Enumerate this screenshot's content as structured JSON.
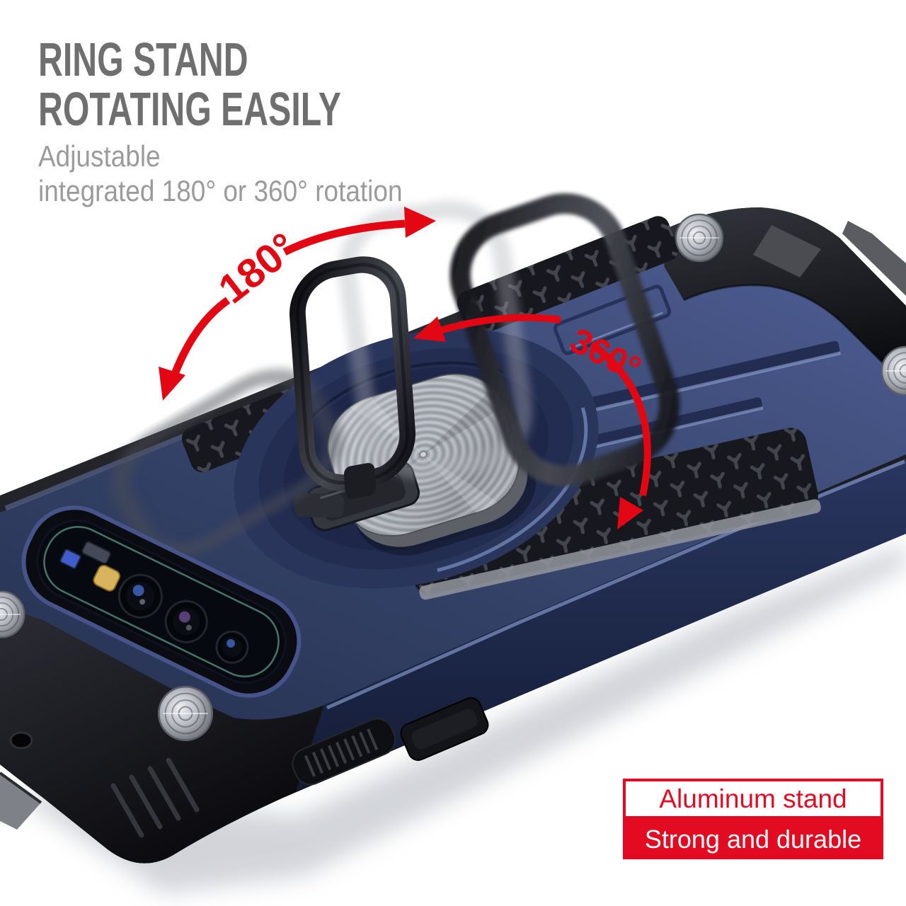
{
  "header": {
    "title_line1": "RING STAND",
    "title_line2": "ROTATING EASILY",
    "subtitle_line1": "Adjustable",
    "subtitle_line2": "integrated 180° or 360° rotation"
  },
  "annotations": {
    "deg180": "180°",
    "deg360": "360°"
  },
  "feature_box": {
    "line1": "Aluminum stand",
    "line2": "Strong and durable"
  },
  "icons": {
    "arrow_180": "curved-double-arrow",
    "arrow_360_left": "curved-arrow-left",
    "arrow_360_down": "curved-arrow-down"
  },
  "palette": {
    "title_gray": "#6f6f6f",
    "subtitle_gray": "#9b9b9b",
    "accent_red": "#e30b22",
    "case_navy": "#39476f",
    "bumper_black": "#141519",
    "metal_silver": "#b9bcc3"
  }
}
